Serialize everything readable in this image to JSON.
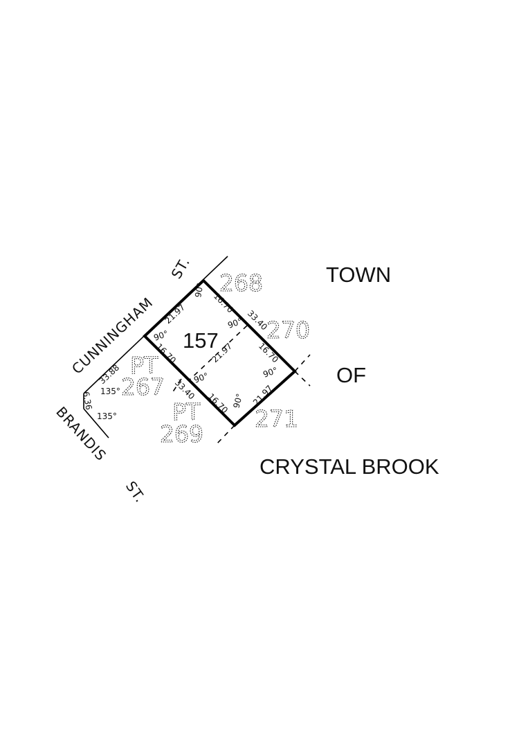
{
  "title": {
    "line1": "TOWN",
    "line2": "OF",
    "line3": "CRYSTAL BROOK"
  },
  "streets": {
    "cunningham_name": "CUNNINGHAM",
    "cunningham_suffix": "ST.",
    "brandis_name": "BRANDIS",
    "brandis_suffix": "ST."
  },
  "lots": {
    "main": "157",
    "lot_268": "268",
    "lot_270": "270",
    "lot_271": "271",
    "pt_267_prefix": "PT",
    "pt_267_number": "267",
    "pt_269_prefix": "PT",
    "pt_269_number": "269"
  },
  "dimensions": {
    "nw_boundary": "21.97",
    "ne_upper": "16.70",
    "ne_lower": "16.70",
    "ne_total": "33.40",
    "sw_upper": "16.70",
    "sw_lower": "16.70",
    "sw_total": "33.40",
    "se_boundary": "21.97",
    "inner_line": "21.97",
    "angle_top": "90°",
    "angle_left": "90°",
    "angle_inner_left": "90°",
    "angle_inner_right": "90°",
    "angle_right": "90°",
    "angle_bottom": "90°",
    "corner_length": "33.88",
    "corner_angle_upper": "135°",
    "corner_angle_lower": "135°",
    "truncation": "6.36"
  }
}
